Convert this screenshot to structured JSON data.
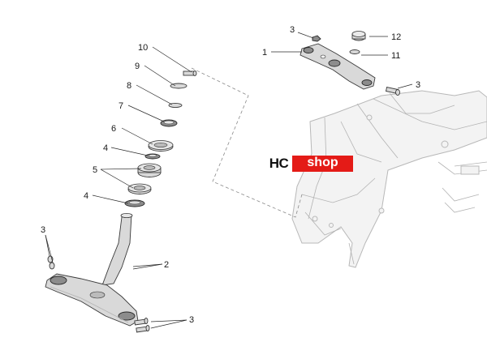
{
  "callouts": [
    {
      "id": "c1",
      "label": "1"
    },
    {
      "id": "c2",
      "label": "2"
    },
    {
      "id": "c3a",
      "label": "3"
    },
    {
      "id": "c3b",
      "label": "3"
    },
    {
      "id": "c3c",
      "label": "3"
    },
    {
      "id": "c3d",
      "label": "3"
    },
    {
      "id": "c4a",
      "label": "4"
    },
    {
      "id": "c4b",
      "label": "4"
    },
    {
      "id": "c5",
      "label": "5"
    },
    {
      "id": "c6",
      "label": "6"
    },
    {
      "id": "c7",
      "label": "7"
    },
    {
      "id": "c8",
      "label": "8"
    },
    {
      "id": "c9",
      "label": "9"
    },
    {
      "id": "c10",
      "label": "10"
    },
    {
      "id": "c11",
      "label": "11"
    },
    {
      "id": "c12",
      "label": "12"
    }
  ],
  "logo": {
    "part1": "HC",
    "part2": "shop",
    "colors": {
      "red": "#e41b17",
      "dark": "#111111"
    }
  },
  "colors": {
    "line": "#2a2a2a",
    "frame": "#b8b8b8",
    "part_fill": "#d9d9d9"
  }
}
